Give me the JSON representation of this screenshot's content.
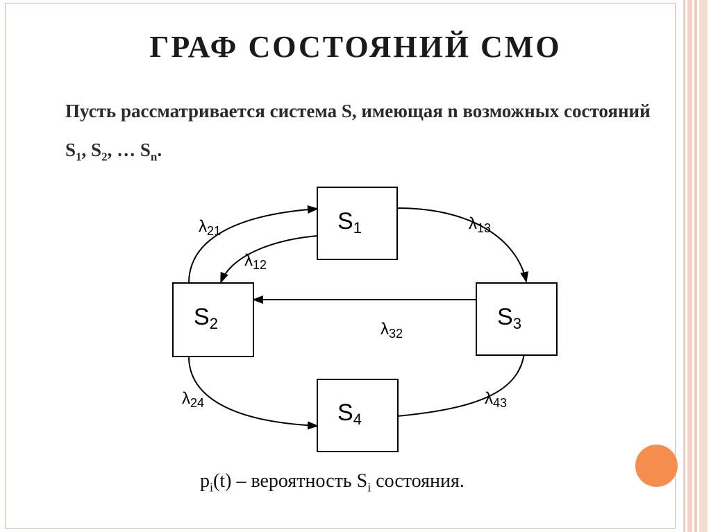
{
  "title": "ГРАФ СОСТОЯНИЙ СМО",
  "intro": {
    "line1": "Пусть рассматривается система S, имеющая n возможных состояний",
    "s_symbol": "S",
    "sub_1": "1",
    "sub_2": "2",
    "sub_n": "n",
    "sep1": ", ",
    "sep2": ", … ",
    "end": "."
  },
  "states": [
    {
      "id": "S1",
      "main": "S",
      "sub": "1"
    },
    {
      "id": "S2",
      "main": "S",
      "sub": "2"
    },
    {
      "id": "S3",
      "main": "S",
      "sub": "3"
    },
    {
      "id": "S4",
      "main": "S",
      "sub": "4"
    }
  ],
  "transitions": [
    {
      "from": "S2",
      "to": "S1",
      "main": "λ",
      "sub": "21"
    },
    {
      "from": "S1",
      "to": "S2",
      "main": "λ",
      "sub": "12"
    },
    {
      "from": "S1",
      "to": "S3",
      "main": "λ",
      "sub": "13"
    },
    {
      "from": "S3",
      "to": "S2",
      "main": "λ",
      "sub": "32"
    },
    {
      "from": "S2",
      "to": "S4",
      "main": "λ",
      "sub": "24"
    },
    {
      "from": "S4",
      "to": "S3",
      "main": "λ",
      "sub": "43"
    }
  ],
  "footer": {
    "p": "p",
    "i": "i",
    "rest1": "(t) – вероятность S",
    "rest2": " состояния."
  },
  "colors": {
    "accent_dot": "#f58d4f",
    "frame": "#e0b3a6",
    "stripes": "#f4d4c7"
  }
}
